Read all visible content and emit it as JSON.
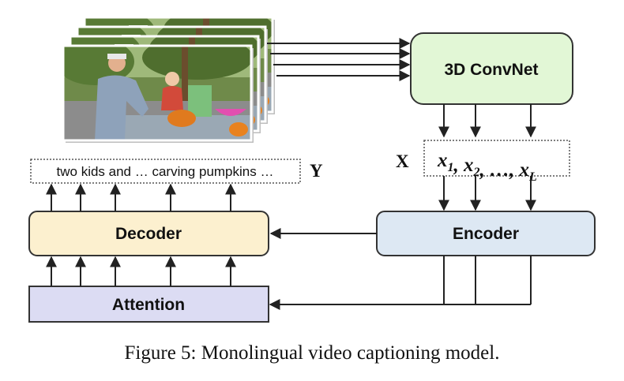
{
  "diagram": {
    "convnet": {
      "label": "3D ConvNet",
      "fill": "#e2f7d6",
      "stroke": "#333333"
    },
    "features": {
      "symbol": "X",
      "sequence_text": "x1, x2, …, xL"
    },
    "encoder": {
      "label": "Encoder",
      "fill": "#dde8f3",
      "stroke": "#333333"
    },
    "decoder": {
      "label": "Decoder",
      "fill": "#fcf0cf",
      "stroke": "#333333"
    },
    "attention": {
      "label": "Attention",
      "fill": "#dcdcf3",
      "stroke": "#333333"
    },
    "output": {
      "text": "two kids and … carving pumpkins …",
      "symbol": "Y"
    },
    "video_frames": {
      "count": 4
    }
  },
  "caption": "Figure 5: Monolingual video captioning model."
}
